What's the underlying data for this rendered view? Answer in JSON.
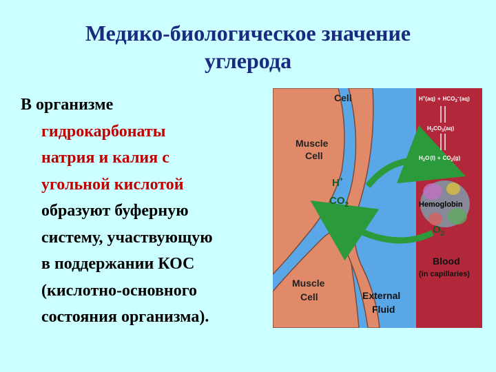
{
  "slide": {
    "title_line1": "Медико-биологическое значение",
    "title_line2": "углерода",
    "body": {
      "line1_lead": "В организме",
      "line2_red": "гидрокарбонаты",
      "line3_red": "натрия и калия с",
      "line4_red": "угольной кислотой",
      "line5": "образуют буферную",
      "line6": "систему, участвующую",
      "line7": "в поддержании КОС",
      "line8": "(кислотно-основного",
      "line9": "состояния организма)."
    }
  },
  "figure": {
    "cell_label": "Cell",
    "muscle_cell_top_1": "Muscle",
    "muscle_cell_top_2": "Cell",
    "muscle_cell_bottom_1": "Muscle",
    "muscle_cell_bottom_2": "Cell",
    "h_plus": "H",
    "h_plus_sup": "+",
    "co2_left": "CO",
    "co2_left_sub": "2",
    "hemoglobin": "Hemoglobin",
    "o2": "O",
    "o2_sub": "2",
    "blood": "Blood",
    "in_capillaries": "(in capillaries)",
    "external_1": "External",
    "external_2": "Fluid",
    "eq_top_h": "H",
    "eq_top_h_sup": "+",
    "eq_top_h_state": "(aq)",
    "eq_plus_1": "+",
    "eq_top_hco3": "HCO",
    "eq_top_hco3_sub": "3",
    "eq_top_hco3_sup": "–",
    "eq_top_hco3_state": "(aq)",
    "eq_mid": "H",
    "eq_mid_sub1": "2",
    "eq_mid_2": "CO",
    "eq_mid_sub2": "3",
    "eq_mid_state": "(aq)",
    "eq_bot_h2o": "H",
    "eq_bot_h2o_sub": "2",
    "eq_bot_h2o_2": "O",
    "eq_bot_h2o_state": "(l)",
    "eq_plus_2": "+",
    "eq_bot_co2": "CO",
    "eq_bot_co2_sub": "2",
    "eq_bot_co2_state": "(g)"
  },
  "colors": {
    "background": "#ccffff",
    "title": "#1a2a80",
    "red_text": "#c00000",
    "muscle": "#e08a6a",
    "external_fluid": "#5aa7e8",
    "blood": "#b2283a",
    "arrow_green": "#2a9a3a"
  }
}
